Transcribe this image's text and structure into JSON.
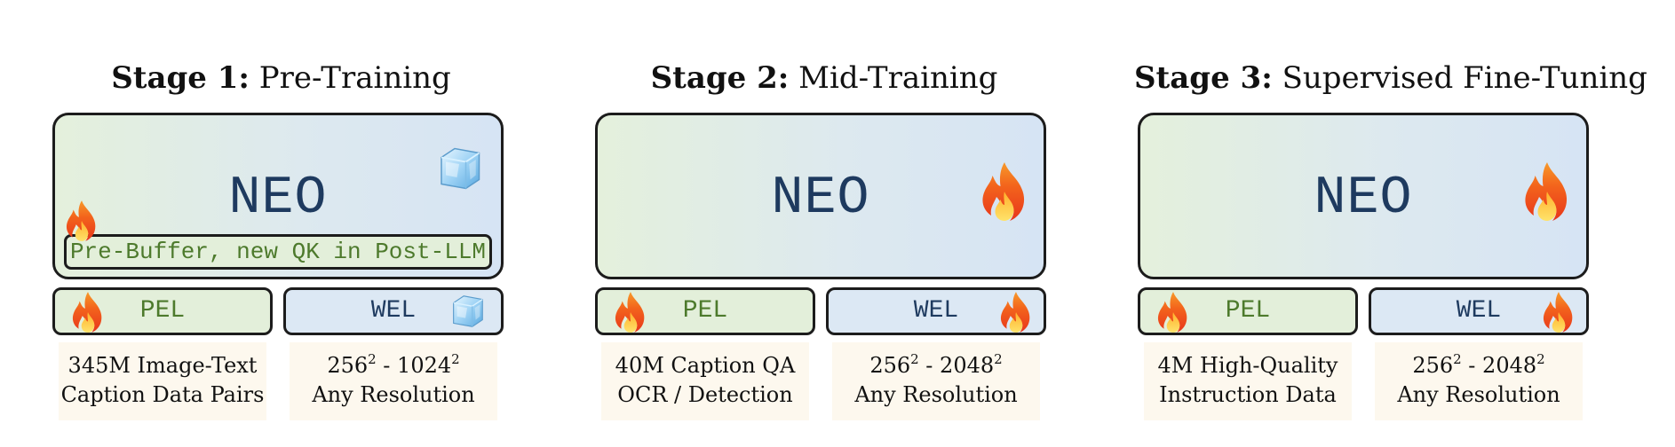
{
  "stages": [
    {
      "title_bold": "Stage 1:",
      "title": "Pre-Training",
      "model": "NEO",
      "model_state": "frozen",
      "pre_buffer": "Pre-Buffer, new QK in Post-LLM",
      "pel": "PEL",
      "pel_state": "trainable",
      "wel": "WEL",
      "wel_state": "frozen",
      "data_line1": "345M Image-Text",
      "data_line2": "Caption Data Pairs",
      "res_base1": "256",
      "res_exp1": "2",
      "res_sep": " - ",
      "res_base2": "1024",
      "res_exp2": "2",
      "res_line2": "Any Resolution"
    },
    {
      "title_bold": "Stage 2:",
      "title": "Mid-Training",
      "model": "NEO",
      "model_state": "trainable",
      "pel": "PEL",
      "pel_state": "trainable",
      "wel": "WEL",
      "wel_state": "trainable",
      "data_line1": "40M Caption QA",
      "data_line2": "OCR / Detection",
      "res_base1": "256",
      "res_exp1": "2",
      "res_sep": " - ",
      "res_base2": "2048",
      "res_exp2": "2",
      "res_line2": "Any Resolution"
    },
    {
      "title_bold": "Stage 3:",
      "title": "Supervised Fine-Tuning",
      "model": "NEO",
      "model_state": "trainable",
      "pel": "PEL",
      "pel_state": "trainable",
      "wel": "WEL",
      "wel_state": "trainable",
      "data_line1": "4M High-Quality",
      "data_line2": "Instruction Data",
      "res_base1": "256",
      "res_exp1": "2",
      "res_sep": " - ",
      "res_base2": "2048",
      "res_exp2": "2",
      "res_line2": "Any Resolution"
    }
  ],
  "icons": {
    "trainable": "fire-icon",
    "frozen": "ice-cube-icon"
  },
  "colors": {
    "green_text": "#4d7a2c",
    "blue_text": "#1e3a5f",
    "pel_fill": "#e3efda",
    "wel_fill": "#dce8f4",
    "data_fill": "#fdf8ee"
  }
}
